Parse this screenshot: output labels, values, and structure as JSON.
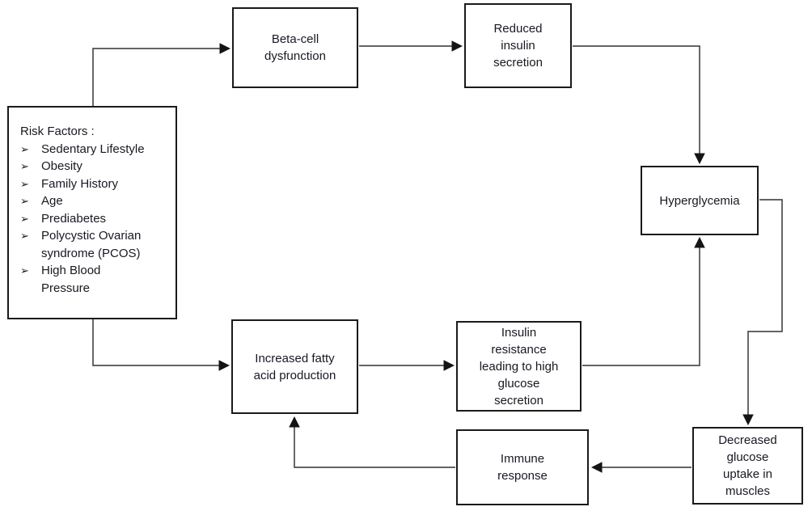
{
  "nodes": {
    "beta_cell": {
      "label": "Beta-cell\ndysfunction"
    },
    "reduced_insulin": {
      "label": "Reduced\ninsulin\nsecretion"
    },
    "hyperglycemia": {
      "label": "Hyperglycemia"
    },
    "increased_fatty": {
      "label": "Increased fatty\nacid production"
    },
    "insulin_resistance": {
      "label": "Insulin\nresistance\nleading to high\nglucose\nsecretion"
    },
    "immune_response": {
      "label": "Immune\nresponse"
    },
    "decreased_glucose": {
      "label": "Decreased\nglucose\nuptake in\nmuscles"
    },
    "risk_factors": {
      "heading": "Risk Factors :",
      "items": [
        "Sedentary Lifestyle",
        "Obesity",
        "Family History",
        "Age",
        "Prediabetes",
        "Polycystic Ovarian\nsyndrome (PCOS)",
        "High Blood\nPressure"
      ]
    }
  },
  "icons": {
    "bullet": "➢"
  },
  "colors": {
    "background": "#ffffff",
    "box_border": "#1a1a1a",
    "text": "#181822",
    "connector_line": "#4e4e4e",
    "arrowhead": "#141414"
  }
}
